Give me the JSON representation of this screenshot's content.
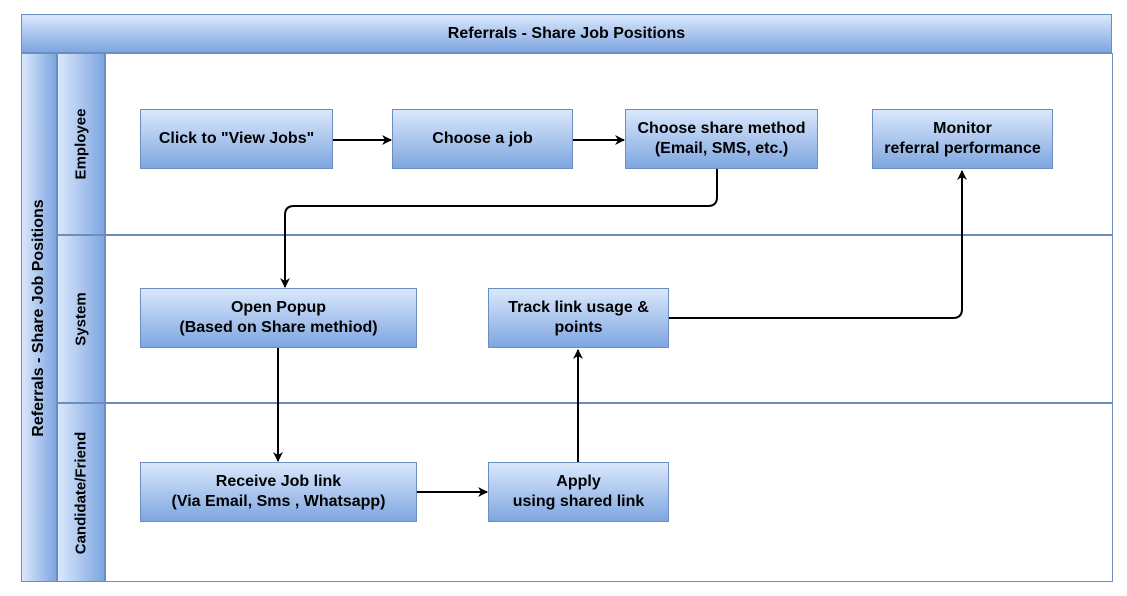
{
  "diagram": {
    "title": "Referrals - Share Job Positions",
    "pool_label": "Referrals - Share Job Positions",
    "lanes": [
      {
        "label": "Employee"
      },
      {
        "label": "System"
      },
      {
        "label": "Candidate/Friend"
      }
    ],
    "nodes": {
      "view_jobs": "Click to \"View Jobs\"",
      "choose_job": "Choose a job",
      "share_method": "Choose share method\n(Email, SMS, etc.)",
      "monitor": "Monitor\nreferral performance",
      "open_popup": "Open Popup\n(Based on Share methiod)",
      "track": "Track link usage &\npoints",
      "receive": "Receive Job link\n(Via Email, Sms , Whatsapp)",
      "apply": "Apply\nusing shared link"
    },
    "colors": {
      "fill_light": "#dae8fc",
      "fill_dark": "#7ea6e0",
      "stroke": "#6c8ebf",
      "arrow": "#000000"
    }
  }
}
